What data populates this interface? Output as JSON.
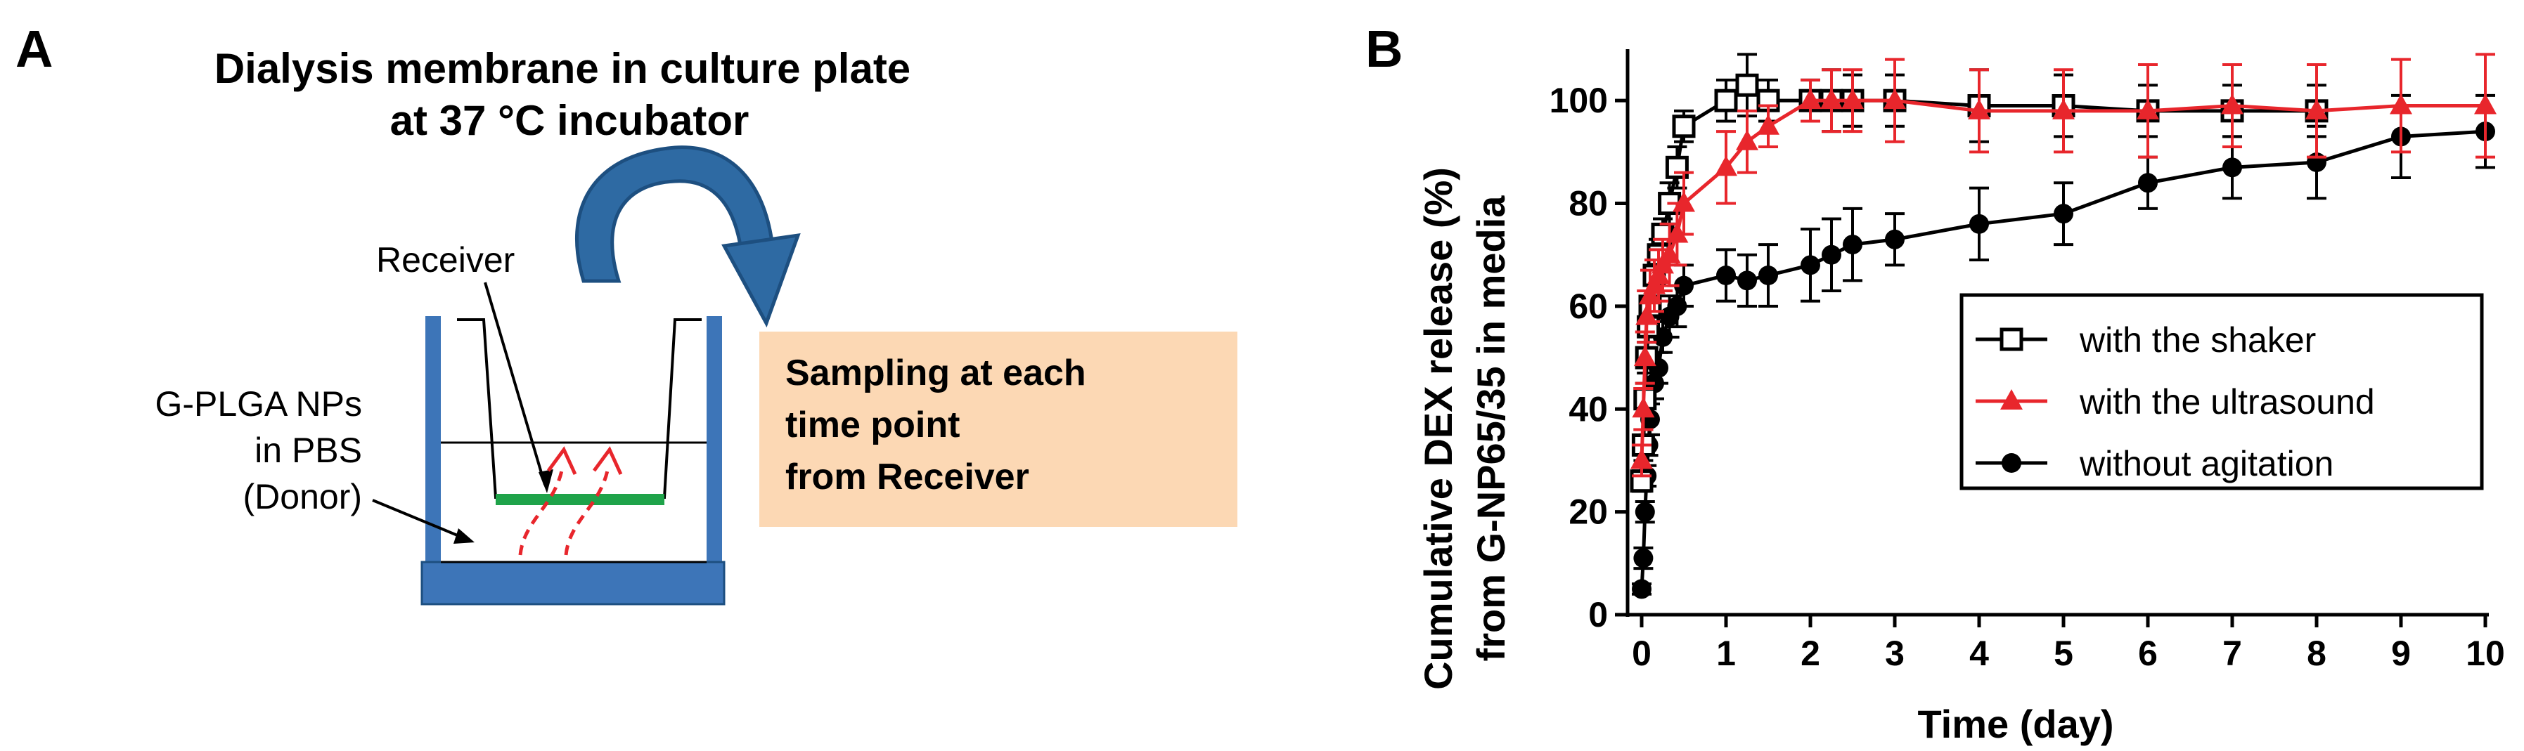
{
  "panel_a": {
    "letter": "A",
    "title_line1": "Dialysis membrane in culture plate",
    "title_line2": "at 37 °C incubator",
    "receiver_label": "Receiver",
    "donor_line1": "G-PLGA NPs",
    "donor_line2": "in PBS",
    "donor_line3": "(Donor)",
    "sampling_line1": "Sampling at each",
    "sampling_line2": "time point",
    "sampling_line3": "from Receiver",
    "colors": {
      "plate": "#3d75b8",
      "arrow": "#2e6aa3",
      "membrane": "#1fa34a",
      "flow_arrows": "#e8262c",
      "sampling_box": "#fcd8b4"
    },
    "icons": [
      "curved-arrow-icon",
      "flow-arrows-icon"
    ]
  },
  "panel_b": {
    "letter": "B"
  },
  "chart_data": {
    "type": "line",
    "xlabel": "Time (day)",
    "ylabel_line1": "Cumulative DEX release (%)",
    "ylabel_line2": "from G-NP65/35 in media",
    "xlim": [
      0,
      10
    ],
    "ylim": [
      0,
      110
    ],
    "xticks": [
      0,
      1,
      2,
      3,
      4,
      5,
      6,
      7,
      8,
      9,
      10
    ],
    "yticks": [
      0,
      20,
      40,
      60,
      80,
      100
    ],
    "grid": false,
    "legend_position": "center-right",
    "series": [
      {
        "name": "with the shaker",
        "color": "#000000",
        "marker": "open-square",
        "x": [
          0,
          0.02,
          0.04,
          0.06,
          0.08,
          0.1,
          0.15,
          0.2,
          0.25,
          0.33,
          0.42,
          0.5,
          1.0,
          1.25,
          1.5,
          2.0,
          2.25,
          2.5,
          3,
          4,
          5,
          6,
          7,
          8
        ],
        "y": [
          26,
          33,
          42,
          50,
          56,
          60,
          66,
          70,
          74,
          80,
          87,
          95,
          100,
          103,
          100,
          100,
          100,
          100,
          100,
          99,
          99,
          98,
          98,
          98
        ],
        "err": [
          2,
          3,
          3,
          3,
          3,
          3,
          3,
          3,
          3,
          4,
          4,
          3,
          4,
          6,
          4,
          4,
          6,
          5,
          5,
          7,
          6,
          5,
          5,
          5
        ]
      },
      {
        "name": "with the ultrasound",
        "color": "#e8262c",
        "marker": "filled-triangle",
        "x": [
          0,
          0.02,
          0.04,
          0.06,
          0.1,
          0.15,
          0.2,
          0.25,
          0.33,
          0.42,
          0.5,
          1.0,
          1.25,
          1.5,
          2.0,
          2.25,
          2.5,
          3,
          4,
          5,
          6,
          7,
          8,
          9,
          10
        ],
        "y": [
          30,
          40,
          50,
          58,
          62,
          64,
          66,
          68,
          70,
          74,
          80,
          87,
          92,
          95,
          100,
          100,
          100,
          100,
          98,
          98,
          98,
          99,
          98,
          99,
          99
        ],
        "err": [
          3,
          4,
          5,
          5,
          5,
          5,
          5,
          5,
          6,
          6,
          6,
          7,
          6,
          4,
          4,
          6,
          6,
          8,
          8,
          8,
          9,
          8,
          9,
          9,
          10
        ]
      },
      {
        "name": "without agitation",
        "color": "#000000",
        "marker": "filled-circle",
        "x": [
          0,
          0.02,
          0.04,
          0.06,
          0.08,
          0.1,
          0.15,
          0.2,
          0.25,
          0.33,
          0.42,
          0.5,
          1.0,
          1.25,
          1.5,
          2.0,
          2.25,
          2.5,
          3,
          4,
          5,
          6,
          7,
          8,
          9,
          10
        ],
        "y": [
          5,
          11,
          20,
          27,
          33,
          38,
          45,
          48,
          54,
          58,
          60,
          64,
          66,
          65,
          66,
          68,
          70,
          72,
          73,
          76,
          78,
          84,
          87,
          88,
          93,
          94
        ],
        "err": [
          1,
          2,
          2,
          2,
          2,
          3,
          3,
          3,
          3,
          4,
          4,
          4,
          5,
          5,
          6,
          7,
          7,
          7,
          5,
          7,
          6,
          5,
          6,
          7,
          8,
          7
        ]
      }
    ]
  }
}
